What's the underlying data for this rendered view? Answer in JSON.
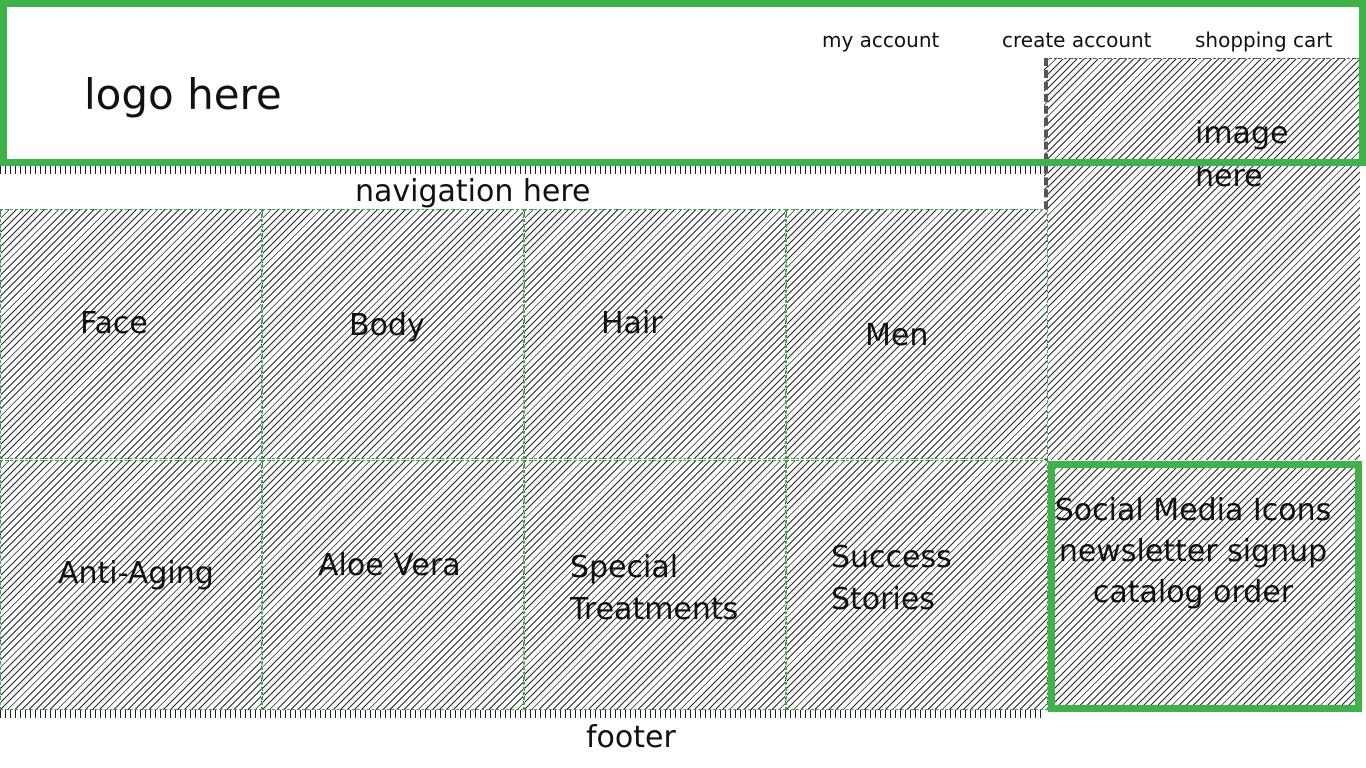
{
  "header": {
    "logo": "logo here",
    "links": {
      "my_account": "my account",
      "create_account": "create account",
      "shopping_cart": "shopping cart"
    }
  },
  "image_panel": {
    "line1": "image",
    "line2": "here"
  },
  "navigation": {
    "label": "navigation here"
  },
  "tiles": [
    {
      "label": "Face"
    },
    {
      "label": "Body"
    },
    {
      "label": "Hair"
    },
    {
      "label": "Men"
    },
    {
      "label": "Anti-Aging"
    },
    {
      "label": "Aloe Vera"
    },
    {
      "label_line1": "Special",
      "label_line2": "Treatments"
    },
    {
      "label_line1": "Success",
      "label_line2": "Stories"
    }
  ],
  "sidebar_box": {
    "line1": "Social Media Icons",
    "line2": "newsletter signup",
    "line3": "catalog order"
  },
  "footer": {
    "label": "footer"
  },
  "colors": {
    "accent_green": "#3db34a",
    "hatch": "#2a2a2a"
  }
}
